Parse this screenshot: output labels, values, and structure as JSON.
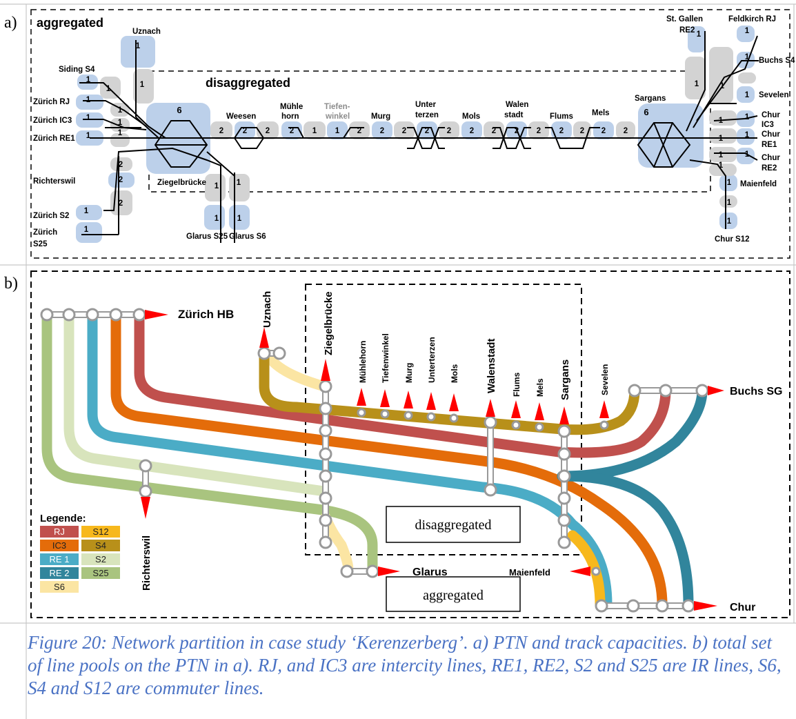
{
  "panel_a": {
    "letter": "a)",
    "outer_title": "aggregated",
    "inner_title": "disaggregated",
    "stations": {
      "uznach": "Uznach",
      "siding_s4": "Siding S4",
      "zurich_rj": "Zürich RJ",
      "zurich_ic3": "Zürich IC3",
      "zurich_re1": "Zürich RE1",
      "richterswil": "Richterswil",
      "zurich_s2": "Zürich S2",
      "zurich_s25_l1": "Zürich",
      "zurich_s25_l2": "S25",
      "ziegelbruecke": "Ziegelbrücke",
      "weesen": "Weesen",
      "muehlehorn_l1": "Mühle",
      "muehlehorn_l2": "horn",
      "tiefenwinkel_l1": "Tiefen-",
      "tiefenwinkel_l2": "winkel",
      "murg": "Murg",
      "unterterzen_l1": "Unter",
      "unterterzen_l2": "terzen",
      "mols": "Mols",
      "walenstadt_l1": "Walen",
      "walenstadt_l2": "stadt",
      "flums": "Flums",
      "mels": "Mels",
      "sargans": "Sargans",
      "st_gallen_l1": "St. Gallen",
      "st_gallen_l2": "RE2",
      "feldkirch": "Feldkirch RJ",
      "buchs_s4": "Buchs S4",
      "sevelen": "Sevelen",
      "chur_ic3_l1": "Chur",
      "chur_ic3_l2": "IC3",
      "chur_re1_l1": "Chur",
      "chur_re1_l2": "RE1",
      "chur_re2_l1": "Chur",
      "chur_re2_l2": "RE2",
      "maienfeld": "Maienfeld",
      "chur_s12": "Chur S12",
      "glarus_s25": "Glarus S25",
      "glarus_s6": "Glarus S6"
    },
    "capacities": {
      "one": "1",
      "two": "2",
      "six": "6"
    },
    "colors": {
      "station_blue": "#bcd0ea",
      "track_grey": "#d3d3d3"
    }
  },
  "panel_b": {
    "letter": "b)",
    "legend_title": "Legende:",
    "legend": [
      {
        "label": "RJ",
        "color": "#c0504d"
      },
      {
        "label": "S12",
        "color": "#f7b81c"
      },
      {
        "label": "IC3",
        "color": "#e46c0a"
      },
      {
        "label": "S4",
        "color": "#b8901a"
      },
      {
        "label": "RE 1",
        "color": "#4bacc6"
      },
      {
        "label": "S2",
        "color": "#d8e4bc"
      },
      {
        "label": "RE 2",
        "color": "#31859c"
      },
      {
        "label": "S25",
        "color": "#a9c47f"
      },
      {
        "label": "S6",
        "color": "#fbe5a3"
      }
    ],
    "stations": {
      "zurich_hb": "Zürich HB",
      "uznach": "Uznach",
      "ziegelbruecke": "Ziegelbrücke",
      "muehlehorn": "Mühlehorn",
      "tiefenwinkel": "Tiefenwinkel",
      "murg": "Murg",
      "unterterzen": "Unterterzen",
      "mols": "Mols",
      "walenstadt": "Walenstadt",
      "flums": "Flums",
      "mels": "Mels",
      "sargans": "Sargans",
      "sevelen": "Sevelen",
      "buchs_sg": "Buchs SG",
      "richterswil": "Richterswil",
      "glarus": "Glarus",
      "maienfeld": "Maienfeld",
      "chur": "Chur"
    },
    "box_disaggregated": "disaggregated",
    "box_aggregated": "aggregated",
    "arrow_color": "#ff0000"
  },
  "caption": "Figure 20: Network partition in case study ‘Kerenzerberg’. a) PTN and track capacities. b) total set of line pools on the PTN in a). RJ, and IC3 are intercity lines, RE1, RE2, S2 and S25 are IR lines, S6, S4 and S12 are commuter lines."
}
